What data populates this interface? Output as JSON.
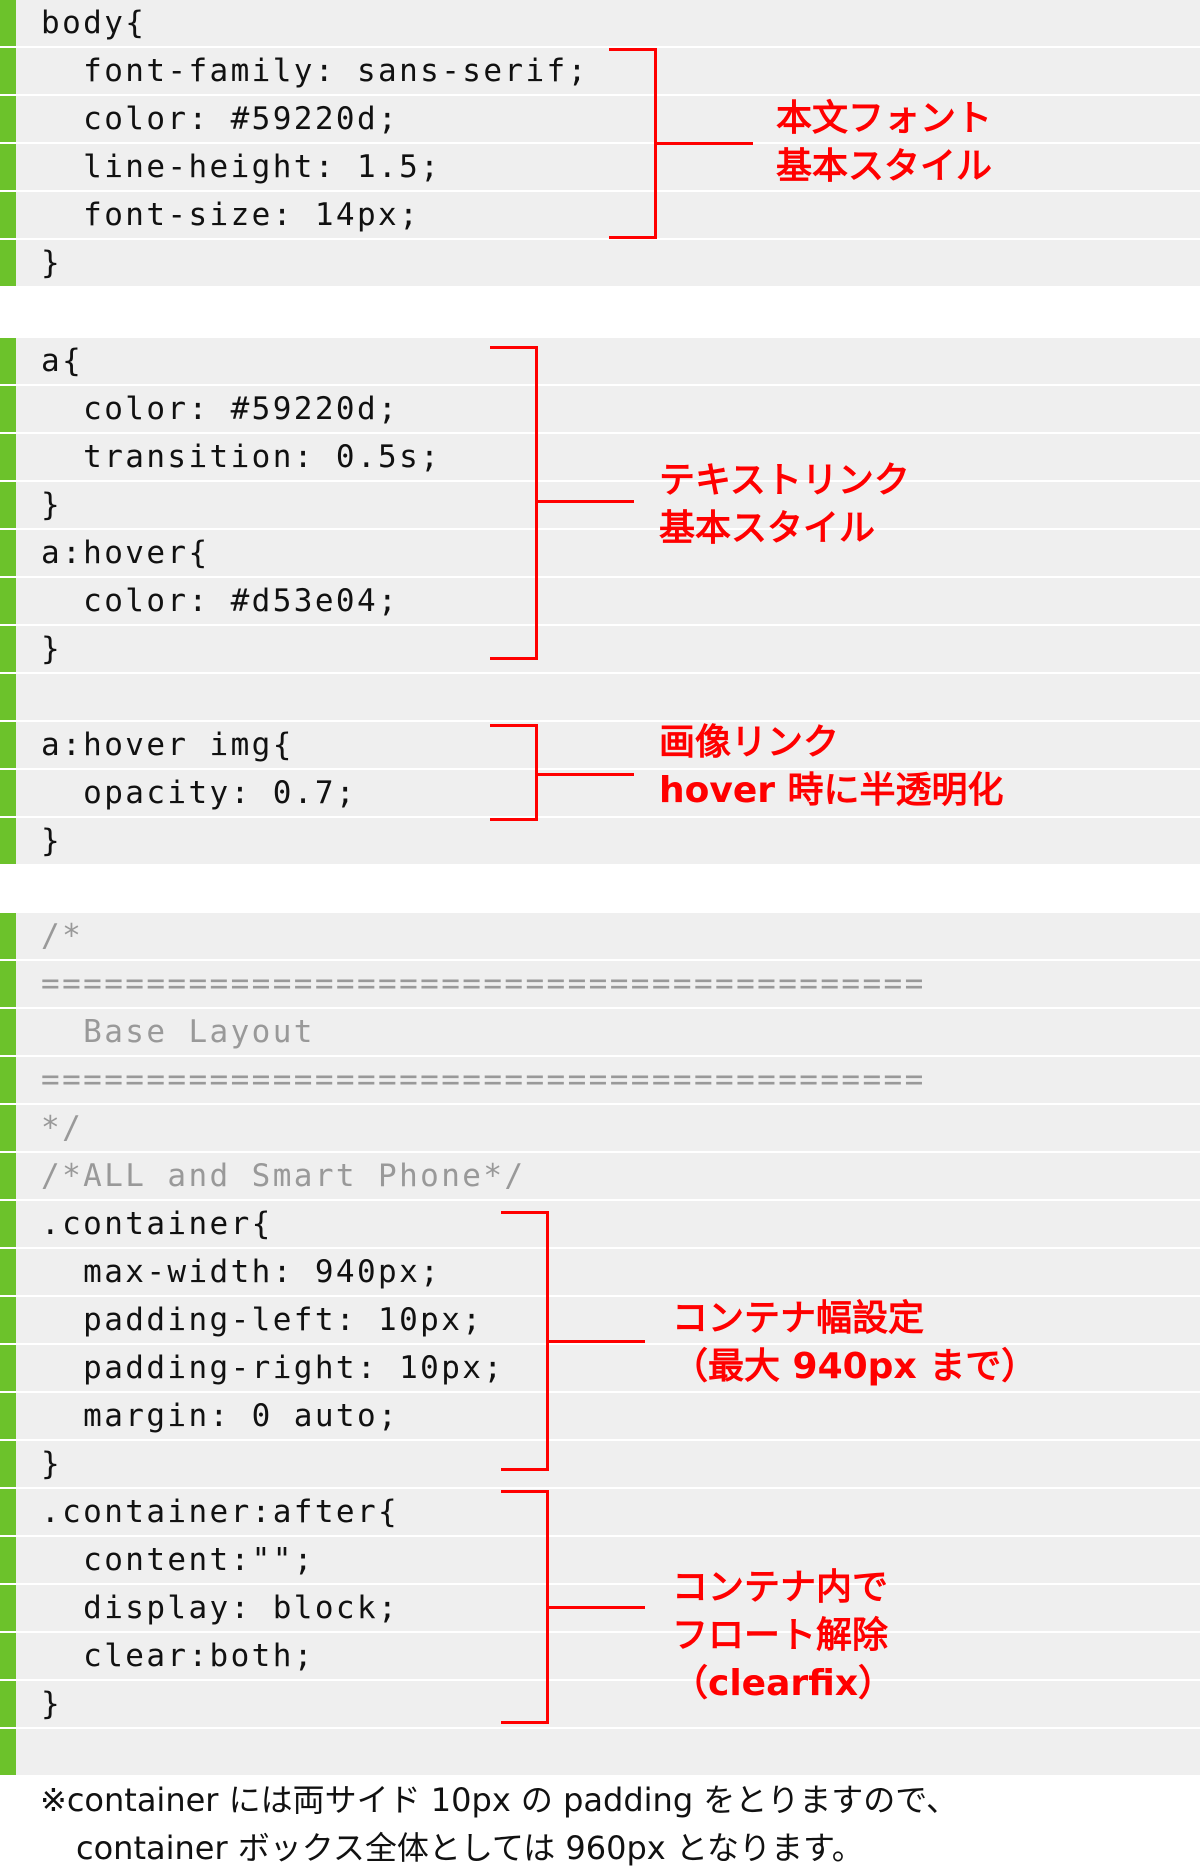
{
  "blocks": [
    {
      "lines": [
        {
          "t": "body{"
        },
        {
          "t": "  font-family: sans-serif;"
        },
        {
          "t": "  color: #59220d;"
        },
        {
          "t": "  line-height: 1.5;"
        },
        {
          "t": "  font-size: 14px;"
        },
        {
          "t": "}"
        }
      ]
    },
    {
      "lines": [
        {
          "t": "a{"
        },
        {
          "t": "  color: #59220d;"
        },
        {
          "t": "  transition: 0.5s;"
        },
        {
          "t": "}"
        },
        {
          "t": "a:hover{"
        },
        {
          "t": "  color: #d53e04;"
        },
        {
          "t": "}"
        },
        {
          "t": ""
        },
        {
          "t": "a:hover img{"
        },
        {
          "t": "  opacity: 0.7;"
        },
        {
          "t": "}"
        }
      ]
    },
    {
      "lines": [
        {
          "t": "/*",
          "c": true
        },
        {
          "t": "==========================================",
          "c": true
        },
        {
          "t": "  Base Layout",
          "c": true
        },
        {
          "t": "==========================================",
          "c": true
        },
        {
          "t": "*/",
          "c": true
        },
        {
          "t": "/*ALL and Smart Phone*/",
          "c": true
        },
        {
          "t": ".container{"
        },
        {
          "t": "  max-width: 940px;"
        },
        {
          "t": "  padding-left: 10px;"
        },
        {
          "t": "  padding-right: 10px;"
        },
        {
          "t": "  margin: 0 auto;"
        },
        {
          "t": "}"
        },
        {
          "t": ".container:after{"
        },
        {
          "t": "  content:\"\";"
        },
        {
          "t": "  display: block;"
        },
        {
          "t": "  clear:both;"
        },
        {
          "t": "}"
        },
        {
          "t": ""
        }
      ]
    }
  ],
  "annotations": [
    {
      "lines": [
        "本文フォント",
        "基本スタイル"
      ]
    },
    {
      "lines": [
        "テキストリンク",
        "基本スタイル"
      ]
    },
    {
      "lines": [
        "画像リンク",
        "hover 時に半透明化"
      ]
    },
    {
      "lines": [
        "コンテナ幅設定",
        "（最大 940px まで）"
      ]
    },
    {
      "lines": [
        "コンテナ内で",
        "フロート解除",
        "（clearfix）"
      ]
    }
  ],
  "footer": {
    "line1": "※container には両サイド 10px の padding をとりますので、",
    "line2": "container ボックス全体としては 960px となります。"
  },
  "colors": {
    "accent_bar": "#6cc22b",
    "annotation": "#ff0000",
    "code_bg": "#efefef",
    "comment": "#999999"
  }
}
